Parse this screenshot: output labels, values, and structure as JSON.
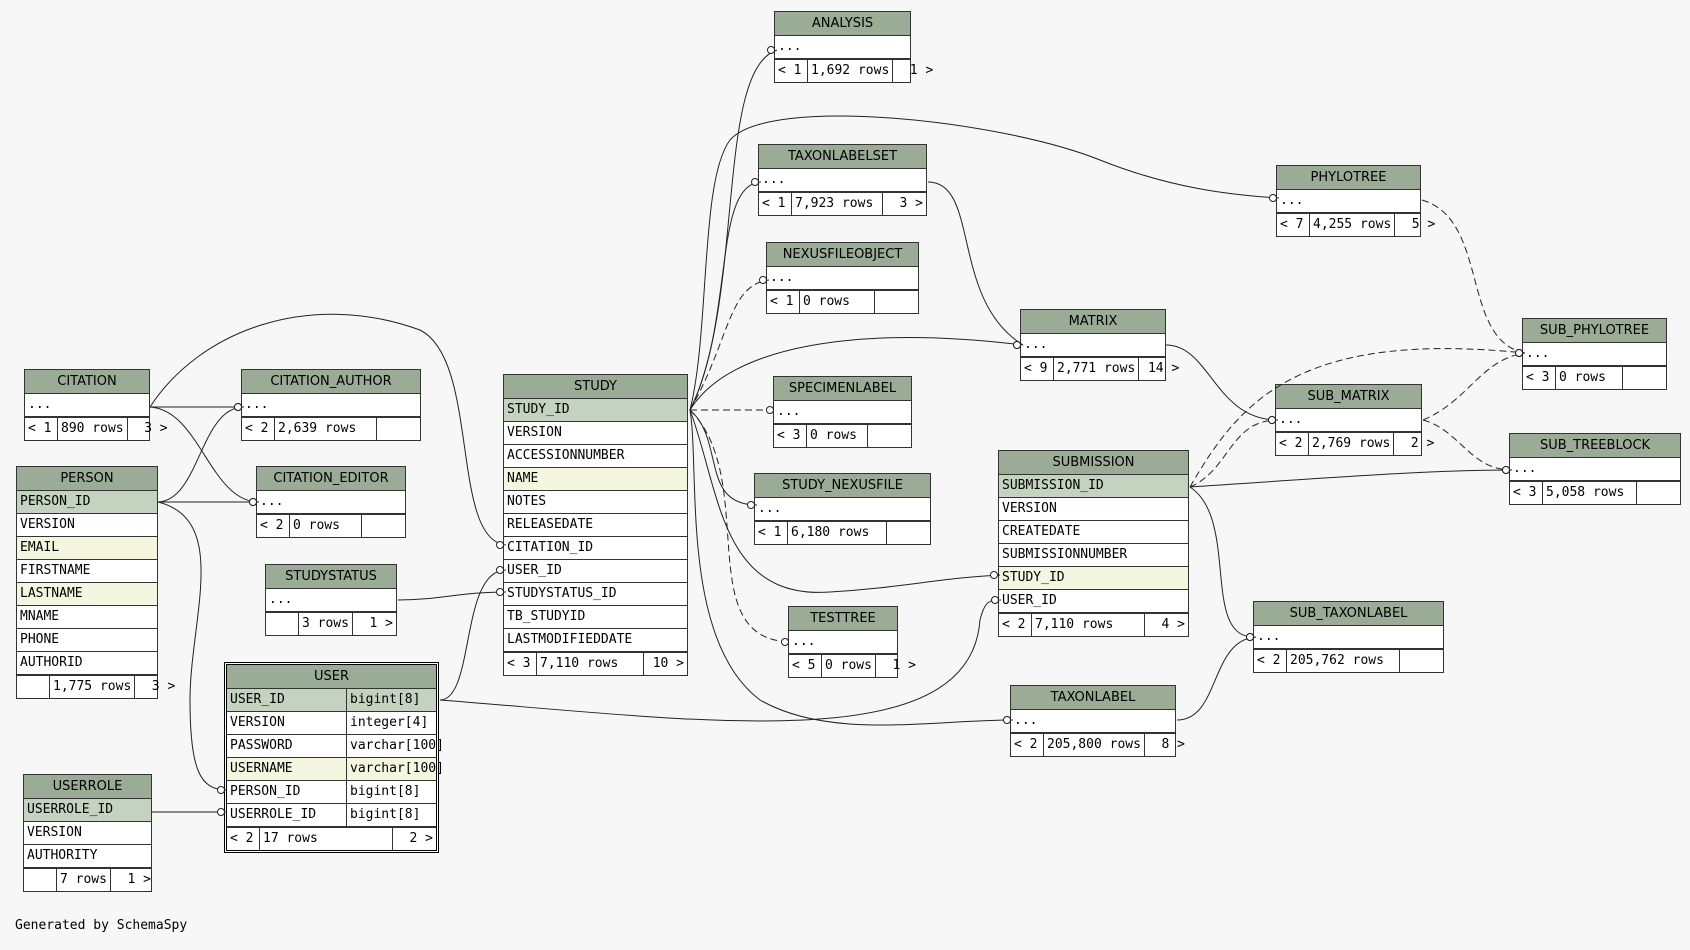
{
  "footer": "Generated by SchemaSpy",
  "tables": [
    {
      "id": "analysis",
      "name": "ANALYSIS",
      "cols": [
        {
          "n": "..."
        }
      ],
      "foot": [
        "< 1",
        "1,692 rows",
        "1 >"
      ]
    },
    {
      "id": "taxonlabelset",
      "name": "TAXONLABELSET",
      "cols": [
        {
          "n": "..."
        }
      ],
      "foot": [
        "< 1",
        "7,923 rows",
        "3 >"
      ]
    },
    {
      "id": "nexusfileobject",
      "name": "NEXUSFILEOBJECT",
      "cols": [
        {
          "n": "..."
        }
      ],
      "foot": [
        "< 1",
        "0 rows",
        ""
      ]
    },
    {
      "id": "specimenlabel",
      "name": "SPECIMENLABEL",
      "cols": [
        {
          "n": "..."
        }
      ],
      "foot": [
        "< 3",
        "0 rows",
        ""
      ]
    },
    {
      "id": "study_nexusfile",
      "name": "STUDY_NEXUSFILE",
      "cols": [
        {
          "n": "..."
        }
      ],
      "foot": [
        "< 1",
        "6,180 rows",
        ""
      ]
    },
    {
      "id": "testtree",
      "name": "TESTTREE",
      "cols": [
        {
          "n": "..."
        }
      ],
      "foot": [
        "< 5",
        "0 rows",
        "1 >"
      ]
    },
    {
      "id": "phylotree",
      "name": "PHYLOTREE",
      "cols": [
        {
          "n": "..."
        }
      ],
      "foot": [
        "< 7",
        "4,255 rows",
        "5 >"
      ]
    },
    {
      "id": "matrix",
      "name": "MATRIX",
      "cols": [
        {
          "n": "..."
        }
      ],
      "foot": [
        "< 9",
        "2,771 rows",
        "14 >"
      ]
    },
    {
      "id": "sub_phylotree",
      "name": "SUB_PHYLOTREE",
      "cols": [
        {
          "n": "..."
        }
      ],
      "foot": [
        "< 3",
        "0 rows",
        ""
      ]
    },
    {
      "id": "sub_matrix",
      "name": "SUB_MATRIX",
      "cols": [
        {
          "n": "..."
        }
      ],
      "foot": [
        "< 2",
        "2,769 rows",
        "2 >"
      ]
    },
    {
      "id": "sub_treeblock",
      "name": "SUB_TREEBLOCK",
      "cols": [
        {
          "n": "..."
        }
      ],
      "foot": [
        "< 3",
        "5,058 rows",
        ""
      ]
    },
    {
      "id": "sub_taxonlabel",
      "name": "SUB_TAXONLABEL",
      "cols": [
        {
          "n": "..."
        }
      ],
      "foot": [
        "< 2",
        "205,762 rows",
        ""
      ]
    },
    {
      "id": "taxonlabel",
      "name": "TAXONLABEL",
      "cols": [
        {
          "n": "..."
        }
      ],
      "foot": [
        "< 2",
        "205,800 rows",
        "8 >"
      ]
    },
    {
      "id": "citation",
      "name": "CITATION",
      "cols": [
        {
          "n": "..."
        }
      ],
      "foot": [
        "< 1",
        "890 rows",
        "3 >"
      ]
    },
    {
      "id": "citation_author",
      "name": "CITATION_AUTHOR",
      "cols": [
        {
          "n": "..."
        }
      ],
      "foot": [
        "< 2",
        "2,639 rows",
        ""
      ]
    },
    {
      "id": "citation_editor",
      "name": "CITATION_EDITOR",
      "cols": [
        {
          "n": "..."
        }
      ],
      "foot": [
        "< 2",
        "0 rows",
        ""
      ]
    },
    {
      "id": "studystatus",
      "name": "STUDYSTATUS",
      "cols": [
        {
          "n": "..."
        }
      ],
      "foot": [
        "",
        "3 rows",
        "1 >"
      ]
    },
    {
      "id": "person",
      "name": "PERSON",
      "cols": [
        {
          "n": "PERSON_ID",
          "k": "pk"
        },
        {
          "n": "VERSION"
        },
        {
          "n": "EMAIL",
          "k": "idx"
        },
        {
          "n": "FIRSTNAME"
        },
        {
          "n": "LASTNAME",
          "k": "idx"
        },
        {
          "n": "MNAME"
        },
        {
          "n": "PHONE"
        },
        {
          "n": "AUTHORID"
        }
      ],
      "foot": [
        "",
        "1,775 rows",
        "3 >"
      ]
    },
    {
      "id": "study",
      "name": "STUDY",
      "cols": [
        {
          "n": "STUDY_ID",
          "k": "pk"
        },
        {
          "n": "VERSION"
        },
        {
          "n": "ACCESSIONNUMBER"
        },
        {
          "n": "NAME",
          "k": "idx"
        },
        {
          "n": "NOTES"
        },
        {
          "n": "RELEASEDATE"
        },
        {
          "n": "CITATION_ID"
        },
        {
          "n": "USER_ID"
        },
        {
          "n": "STUDYSTATUS_ID"
        },
        {
          "n": "TB_STUDYID"
        },
        {
          "n": "LASTMODIFIEDDATE"
        }
      ],
      "foot": [
        "< 3",
        "7,110 rows",
        "10 >"
      ]
    },
    {
      "id": "submission",
      "name": "SUBMISSION",
      "cols": [
        {
          "n": "SUBMISSION_ID",
          "k": "pk"
        },
        {
          "n": "VERSION"
        },
        {
          "n": "CREATEDATE"
        },
        {
          "n": "SUBMISSIONNUMBER"
        },
        {
          "n": "STUDY_ID",
          "k": "idx"
        },
        {
          "n": "USER_ID"
        }
      ],
      "foot": [
        "< 2",
        "7,110 rows",
        "4 >"
      ]
    },
    {
      "id": "user",
      "name": "USER",
      "focus": true,
      "cols": [
        {
          "n": "USER_ID",
          "t": "bigint[8]",
          "k": "pk"
        },
        {
          "n": "VERSION",
          "t": "integer[4]"
        },
        {
          "n": "PASSWORD",
          "t": "varchar[100]"
        },
        {
          "n": "USERNAME",
          "t": "varchar[100]",
          "k": "idx"
        },
        {
          "n": "PERSON_ID",
          "t": "bigint[8]"
        },
        {
          "n": "USERROLE_ID",
          "t": "bigint[8]"
        }
      ],
      "foot": [
        "< 2",
        "17 rows",
        "2 >"
      ]
    },
    {
      "id": "userrole",
      "name": "USERROLE",
      "cols": [
        {
          "n": "USERROLE_ID",
          "k": "pk"
        },
        {
          "n": "VERSION"
        },
        {
          "n": "AUTHORITY"
        }
      ],
      "foot": [
        "",
        "7 rows",
        "1 >"
      ]
    }
  ]
}
